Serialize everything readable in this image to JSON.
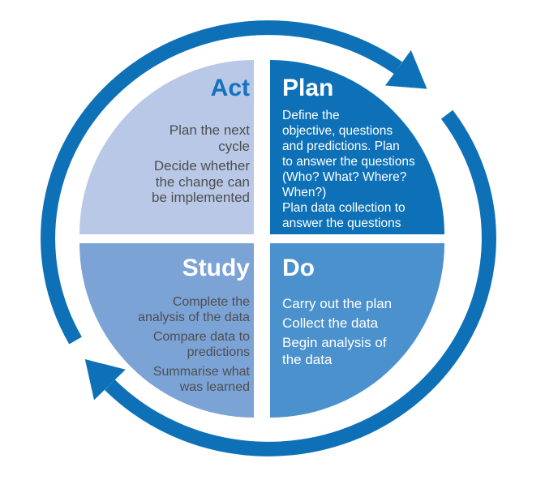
{
  "diagram_type": "pdsa-cycle",
  "colors": {
    "plan": "#0e71b8",
    "do": "#4b91cd",
    "study": "#7ca3d6",
    "act": "#b9c8e6",
    "ring": "#0e71b8",
    "act_title": "#1373bc",
    "dark_text": "#4d4e50",
    "light_text": "#ffffff",
    "background": "#ffffff"
  },
  "quadrants": {
    "act": {
      "title": "Act",
      "paragraphs": [
        [
          "Plan the next",
          "cycle"
        ],
        [
          "Decide whether",
          "the change can",
          "be implemented"
        ]
      ]
    },
    "plan": {
      "title": "Plan",
      "paragraphs": [
        [
          "Define the",
          "objective, questions",
          "and predictions. Plan",
          "to answer the questions",
          "(Who? What? Where?",
          "When?)",
          "Plan data collection to",
          "answer the questions"
        ]
      ]
    },
    "do": {
      "title": "Do",
      "paragraphs": [
        [
          "Carry out the plan"
        ],
        [
          "Collect the data"
        ],
        [
          "Begin analysis of",
          "the data"
        ]
      ]
    },
    "study": {
      "title": "Study",
      "paragraphs": [
        [
          "Complete the",
          "analysis of the data"
        ],
        [
          "Compare data to",
          "predictions"
        ],
        [
          "Summarise what",
          "was learned"
        ]
      ]
    }
  },
  "icons": {
    "top_arrowhead": "clockwise-arrowhead",
    "bottom_arrowhead": "clockwise-arrowhead"
  }
}
